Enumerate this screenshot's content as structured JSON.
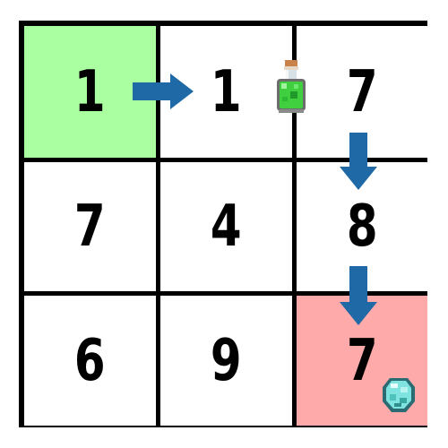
{
  "grid": {
    "rows": 3,
    "cols": 3,
    "cells": [
      {
        "value": "1",
        "role": "start"
      },
      {
        "value": "1",
        "role": "path"
      },
      {
        "value": "7",
        "role": "path"
      },
      {
        "value": "7",
        "role": "normal"
      },
      {
        "value": "4",
        "role": "normal"
      },
      {
        "value": "8",
        "role": "path"
      },
      {
        "value": "6",
        "role": "normal"
      },
      {
        "value": "9",
        "role": "normal"
      },
      {
        "value": "7",
        "role": "goal"
      }
    ]
  },
  "colors": {
    "start_fill": "#aaffa0",
    "goal_fill": "#ffaaaa",
    "cell_fill": "#ffffff",
    "grid_line": "#000000",
    "arrow": "#1f6aa6",
    "potion_liquid": "#3fcf3f",
    "diamond": "#7fe3e0"
  },
  "path_arrows": [
    {
      "from": 0,
      "to": 1,
      "direction": "right"
    },
    {
      "from": 2,
      "to": 5,
      "direction": "down"
    },
    {
      "from": 5,
      "to": 8,
      "direction": "down"
    }
  ],
  "items": [
    {
      "icon": "green-potion-icon",
      "cell": 1
    },
    {
      "icon": "diamond-icon",
      "cell": 8
    }
  ]
}
